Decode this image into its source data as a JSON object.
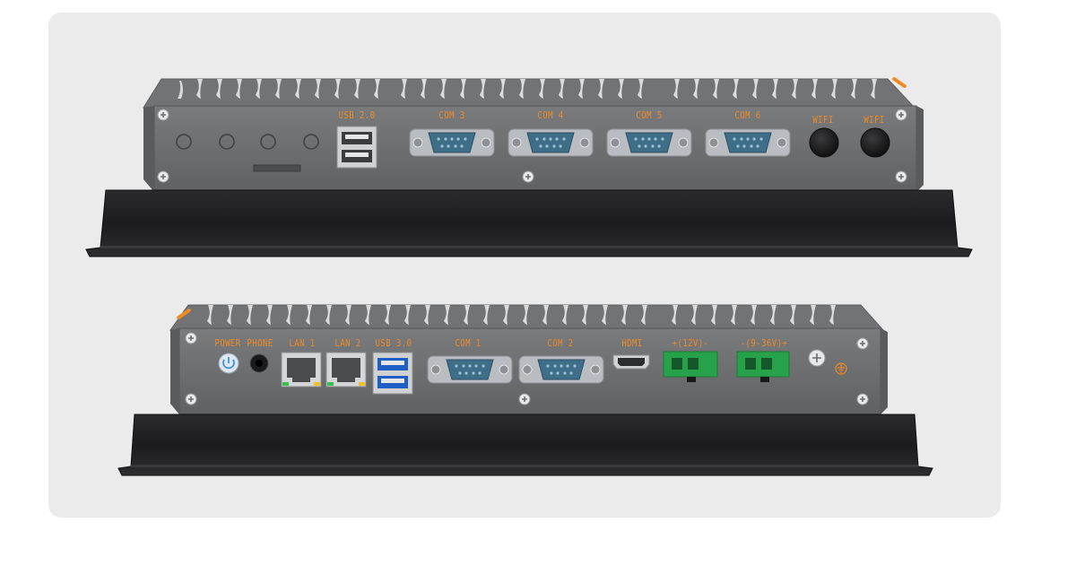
{
  "top_panel": {
    "labels": {
      "usb2": "USB 2.0",
      "com3": "COM 3",
      "com4": "COM 4",
      "com5": "COM 5",
      "com6": "COM 6",
      "wifi1": "WIFI",
      "wifi2": "WIFI"
    }
  },
  "bottom_panel": {
    "labels": {
      "power": "POWER",
      "phone": "PHONE",
      "lan1": "LAN 1",
      "lan2": "LAN 2",
      "usb3": "USB 3.0",
      "com1": "COM 1",
      "com2": "COM 2",
      "hdmi": "HDMI",
      "v12": "+(12V)-",
      "v936": "-(9-36V)+"
    }
  },
  "colors": {
    "label_orange": "#f08a24",
    "chassis_gray": "#6f7072",
    "bezel_black": "#1c1c1e",
    "db9_blue": "#3f6f88",
    "terminal_green": "#27a24a",
    "power_button_blue": "#2a8be0"
  }
}
